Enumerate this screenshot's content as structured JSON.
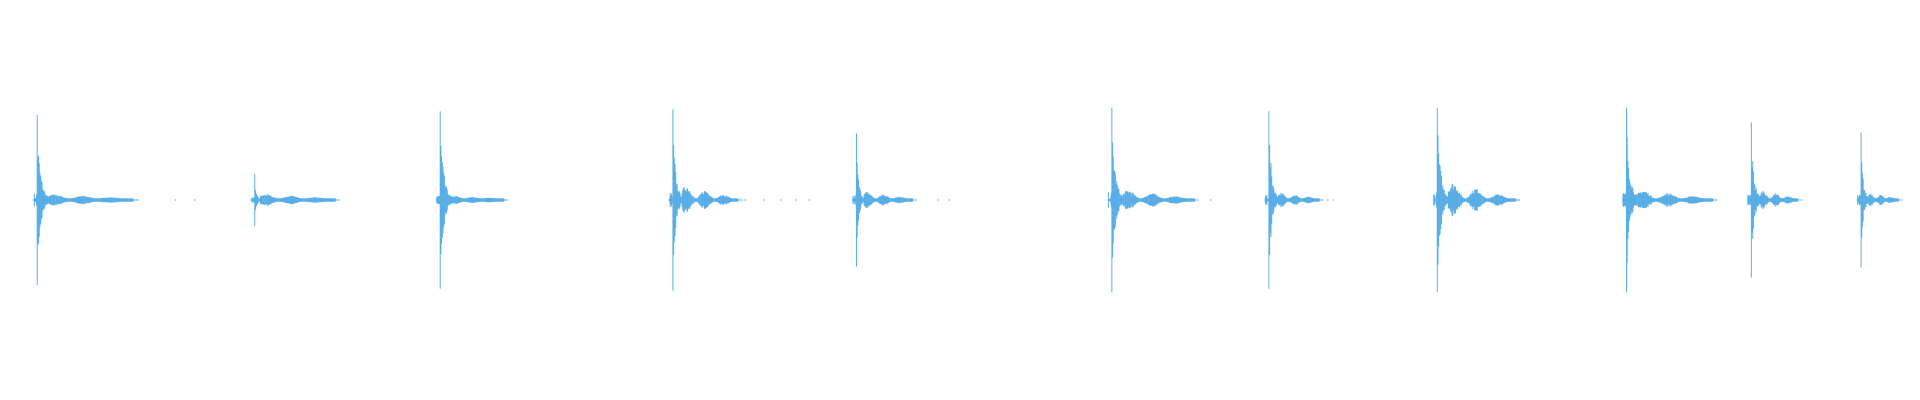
{
  "waveform": {
    "color": "#5aaee6",
    "baseline_color": "#5aaee6",
    "amplitude_scale": 1.0,
    "events": [
      {
        "t": 0.012,
        "peak": 0.92,
        "decay": 0.006,
        "tail": 0.045,
        "tail_amp": 0.05,
        "dots": [
          0.065,
          0.085,
          0.095
        ]
      },
      {
        "t": 0.127,
        "peak": 0.28,
        "decay": 0.003,
        "tail": 0.04,
        "tail_amp": 0.05,
        "dots": []
      },
      {
        "t": 0.225,
        "peak": 0.96,
        "decay": 0.006,
        "tail": 0.028,
        "tail_amp": 0.03,
        "dots": []
      },
      {
        "t": 0.348,
        "peak": 0.98,
        "decay": 0.005,
        "tail": 0.03,
        "tail_amp": 0.16,
        "dots": [
          0.386,
          0.396,
          0.405,
          0.413,
          0.42
        ]
      },
      {
        "t": 0.445,
        "peak": 0.72,
        "decay": 0.004,
        "tail": 0.026,
        "tail_amp": 0.08,
        "dots": [
          0.488,
          0.494
        ]
      },
      {
        "t": 0.58,
        "peak": 1.0,
        "decay": 0.006,
        "tail": 0.038,
        "tail_amp": 0.1,
        "dots": [
          0.632
        ]
      },
      {
        "t": 0.663,
        "peak": 0.96,
        "decay": 0.005,
        "tail": 0.022,
        "tail_amp": 0.07,
        "dots": [
          0.694,
          0.697
        ]
      },
      {
        "t": 0.752,
        "peak": 1.0,
        "decay": 0.006,
        "tail": 0.036,
        "tail_amp": 0.19,
        "dots": []
      },
      {
        "t": 0.852,
        "peak": 1.0,
        "decay": 0.006,
        "tail": 0.04,
        "tail_amp": 0.1,
        "dots": [
          0.893
        ]
      },
      {
        "t": 0.918,
        "peak": 0.84,
        "decay": 0.005,
        "tail": 0.02,
        "tail_amp": 0.1,
        "dots": []
      },
      {
        "t": 0.976,
        "peak": 0.73,
        "decay": 0.004,
        "tail": 0.016,
        "tail_amp": 0.07,
        "dots": []
      }
    ]
  }
}
